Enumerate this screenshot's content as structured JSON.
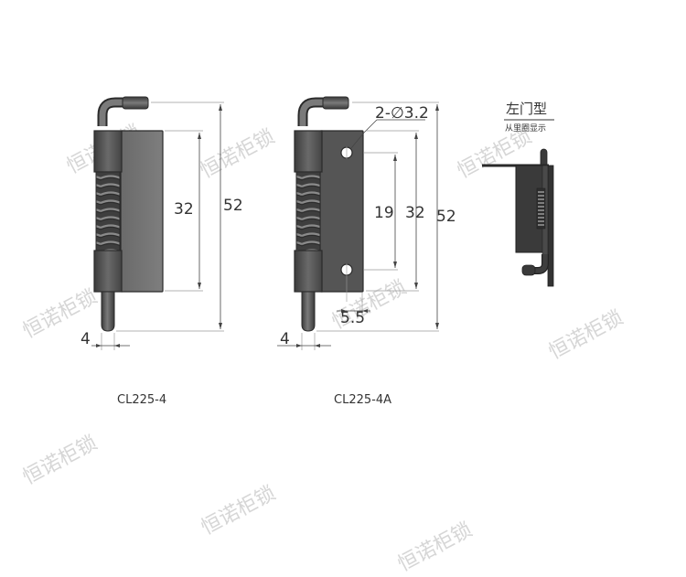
{
  "drawing": {
    "colors": {
      "background": "#ffffff",
      "body_dark": "#4a4a4a",
      "body_mid": "#6b6b6b",
      "leaf_gray": "#7a7a7a",
      "outline": "#2a2a2a",
      "dimension_line": "#444444",
      "watermark": "#d6d6d6",
      "side_view": "#3a3a3a"
    },
    "views": [
      {
        "model": "CL225-4",
        "dimensions": {
          "leaf_height": "32",
          "overall_height": "52",
          "pin_diameter": "4"
        }
      },
      {
        "model": "CL225-4A",
        "dimensions": {
          "hole_callout": "2-∅3.2",
          "hole_spacing": "19",
          "leaf_height": "32",
          "overall_height": "52",
          "pin_diameter": "4",
          "hole_offset": "5.5"
        }
      }
    ],
    "side_view": {
      "title": "左门型",
      "subtitle": "从里圈显示"
    },
    "watermark": "恒诺柜锁"
  }
}
